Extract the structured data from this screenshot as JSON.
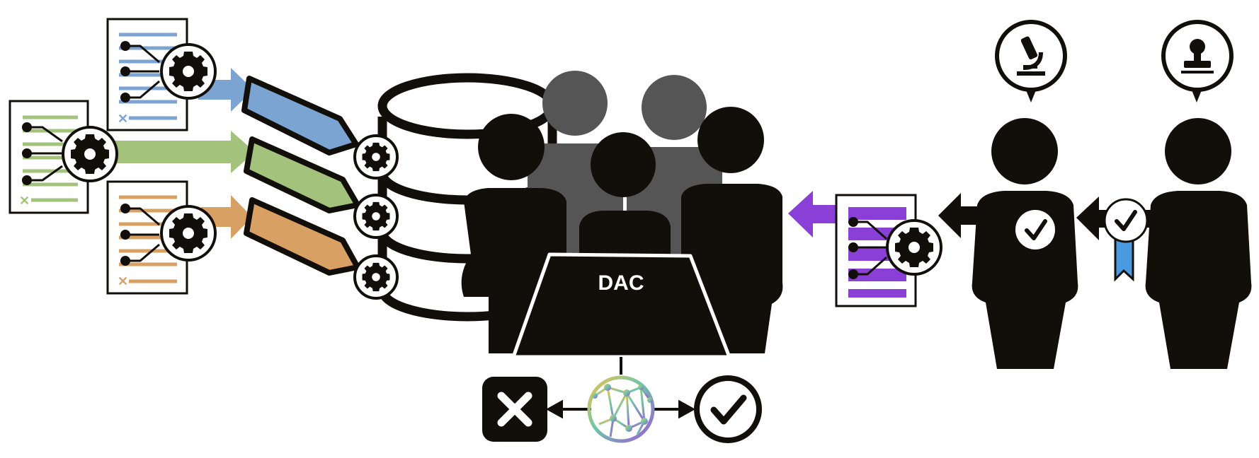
{
  "committee": {
    "label": "DAC"
  },
  "colors": {
    "ink": "#120f0b",
    "gray_member": "#555555",
    "blue": "#7ba4d3",
    "green": "#a3c37c",
    "orange": "#d9a064",
    "purple": "#8a3fd6",
    "ribbon": "#4a9ae0"
  },
  "policy_documents": [
    {
      "color": "blue",
      "icon": "gear-icon",
      "tag": "tag-icon"
    },
    {
      "color": "green",
      "icon": "gear-icon",
      "tag": "tag-icon"
    },
    {
      "color": "orange",
      "icon": "gear-icon",
      "tag": "tag-icon"
    }
  ],
  "request_document": {
    "color": "purple",
    "icon": "gear-icon"
  },
  "requesters": [
    {
      "badge": "microscope-icon",
      "status": "check-icon"
    },
    {
      "badge": "stamp-icon",
      "status": "ribbon-check-icon"
    }
  ],
  "outcomes": [
    "reject-icon",
    "network-globe-icon",
    "approve-icon"
  ]
}
